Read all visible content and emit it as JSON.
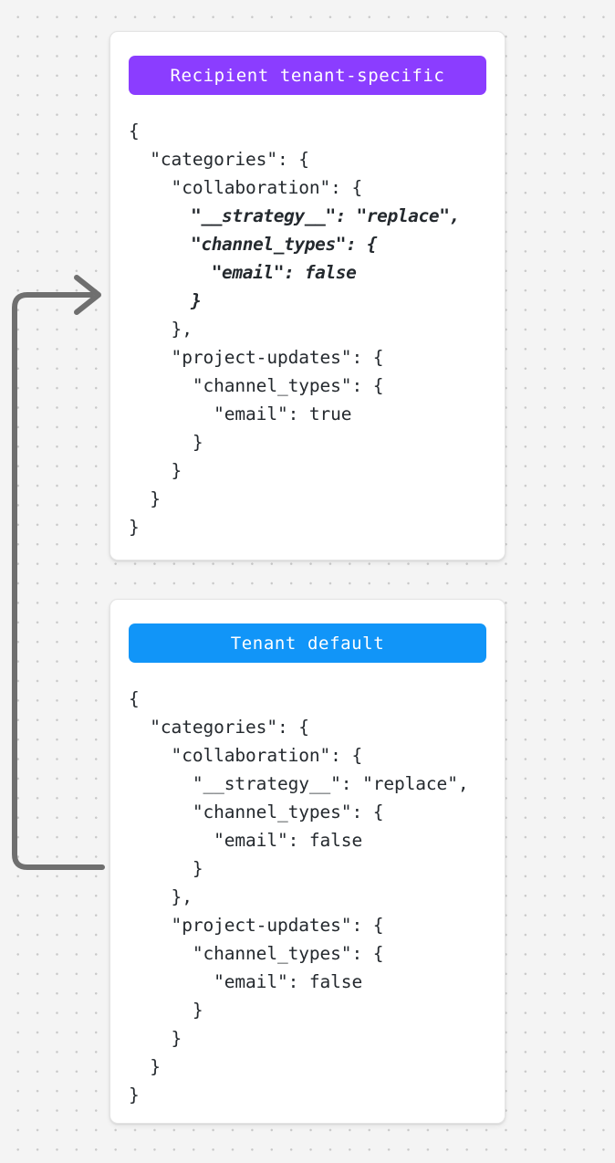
{
  "canvas": {
    "background_color": "#f4f4f4",
    "dot_color": "#c8c8c8"
  },
  "connector": {
    "name": "arrow-from-tenant-default-to-recipient",
    "color": "#6f6f6f",
    "description": "elbow arrow pointing right into the Recipient tenant-specific card"
  },
  "cards": [
    {
      "id": "recipient-tenant-specific",
      "badge_label": "Recipient tenant-specific",
      "badge_color": "#8b3dff",
      "code_lines": [
        {
          "text": "{",
          "emphasis": false
        },
        {
          "text": "  \"categories\": {",
          "emphasis": false
        },
        {
          "text": "    \"collaboration\": {",
          "emphasis": false
        },
        {
          "text": "      \"__strategy__\": \"replace\",",
          "emphasis": true
        },
        {
          "text": "      \"channel_types\": {",
          "emphasis": true
        },
        {
          "text": "        \"email\": false",
          "emphasis": true
        },
        {
          "text": "      }",
          "emphasis": true
        },
        {
          "text": "    },",
          "emphasis": false
        },
        {
          "text": "    \"project-updates\": {",
          "emphasis": false
        },
        {
          "text": "      \"channel_types\": {",
          "emphasis": false
        },
        {
          "text": "        \"email\": true",
          "emphasis": false
        },
        {
          "text": "      }",
          "emphasis": false
        },
        {
          "text": "    }",
          "emphasis": false
        },
        {
          "text": "  }",
          "emphasis": false
        },
        {
          "text": "}",
          "emphasis": false
        }
      ]
    },
    {
      "id": "tenant-default",
      "badge_label": "Tenant default",
      "badge_color": "#1195f8",
      "code_lines": [
        {
          "text": "{",
          "emphasis": false
        },
        {
          "text": "  \"categories\": {",
          "emphasis": false
        },
        {
          "text": "    \"collaboration\": {",
          "emphasis": false
        },
        {
          "text": "      \"__strategy__\": \"replace\",",
          "emphasis": false
        },
        {
          "text": "      \"channel_types\": {",
          "emphasis": false
        },
        {
          "text": "        \"email\": false",
          "emphasis": false
        },
        {
          "text": "      }",
          "emphasis": false
        },
        {
          "text": "    },",
          "emphasis": false
        },
        {
          "text": "    \"project-updates\": {",
          "emphasis": false
        },
        {
          "text": "      \"channel_types\": {",
          "emphasis": false
        },
        {
          "text": "        \"email\": false",
          "emphasis": false
        },
        {
          "text": "      }",
          "emphasis": false
        },
        {
          "text": "    }",
          "emphasis": false
        },
        {
          "text": "  }",
          "emphasis": false
        },
        {
          "text": "}",
          "emphasis": false
        }
      ]
    }
  ]
}
